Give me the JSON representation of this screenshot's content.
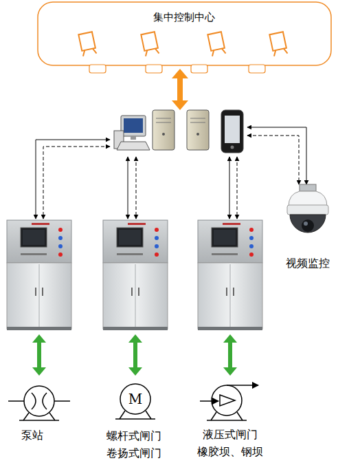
{
  "diagram": {
    "nodes": [
      {
        "text": [
          "集中控制中心"
        ]
      },
      {
        "text": [
          "视频监控"
        ]
      },
      {
        "text": [
          "泵站"
        ]
      },
      {
        "text": [
          "M",
          "螺杆式闸门 卷扬式闸门"
        ]
      },
      {
        "text": [
          "液压式闸门 橡胶坝、钢坝"
        ]
      }
    ]
  }
}
